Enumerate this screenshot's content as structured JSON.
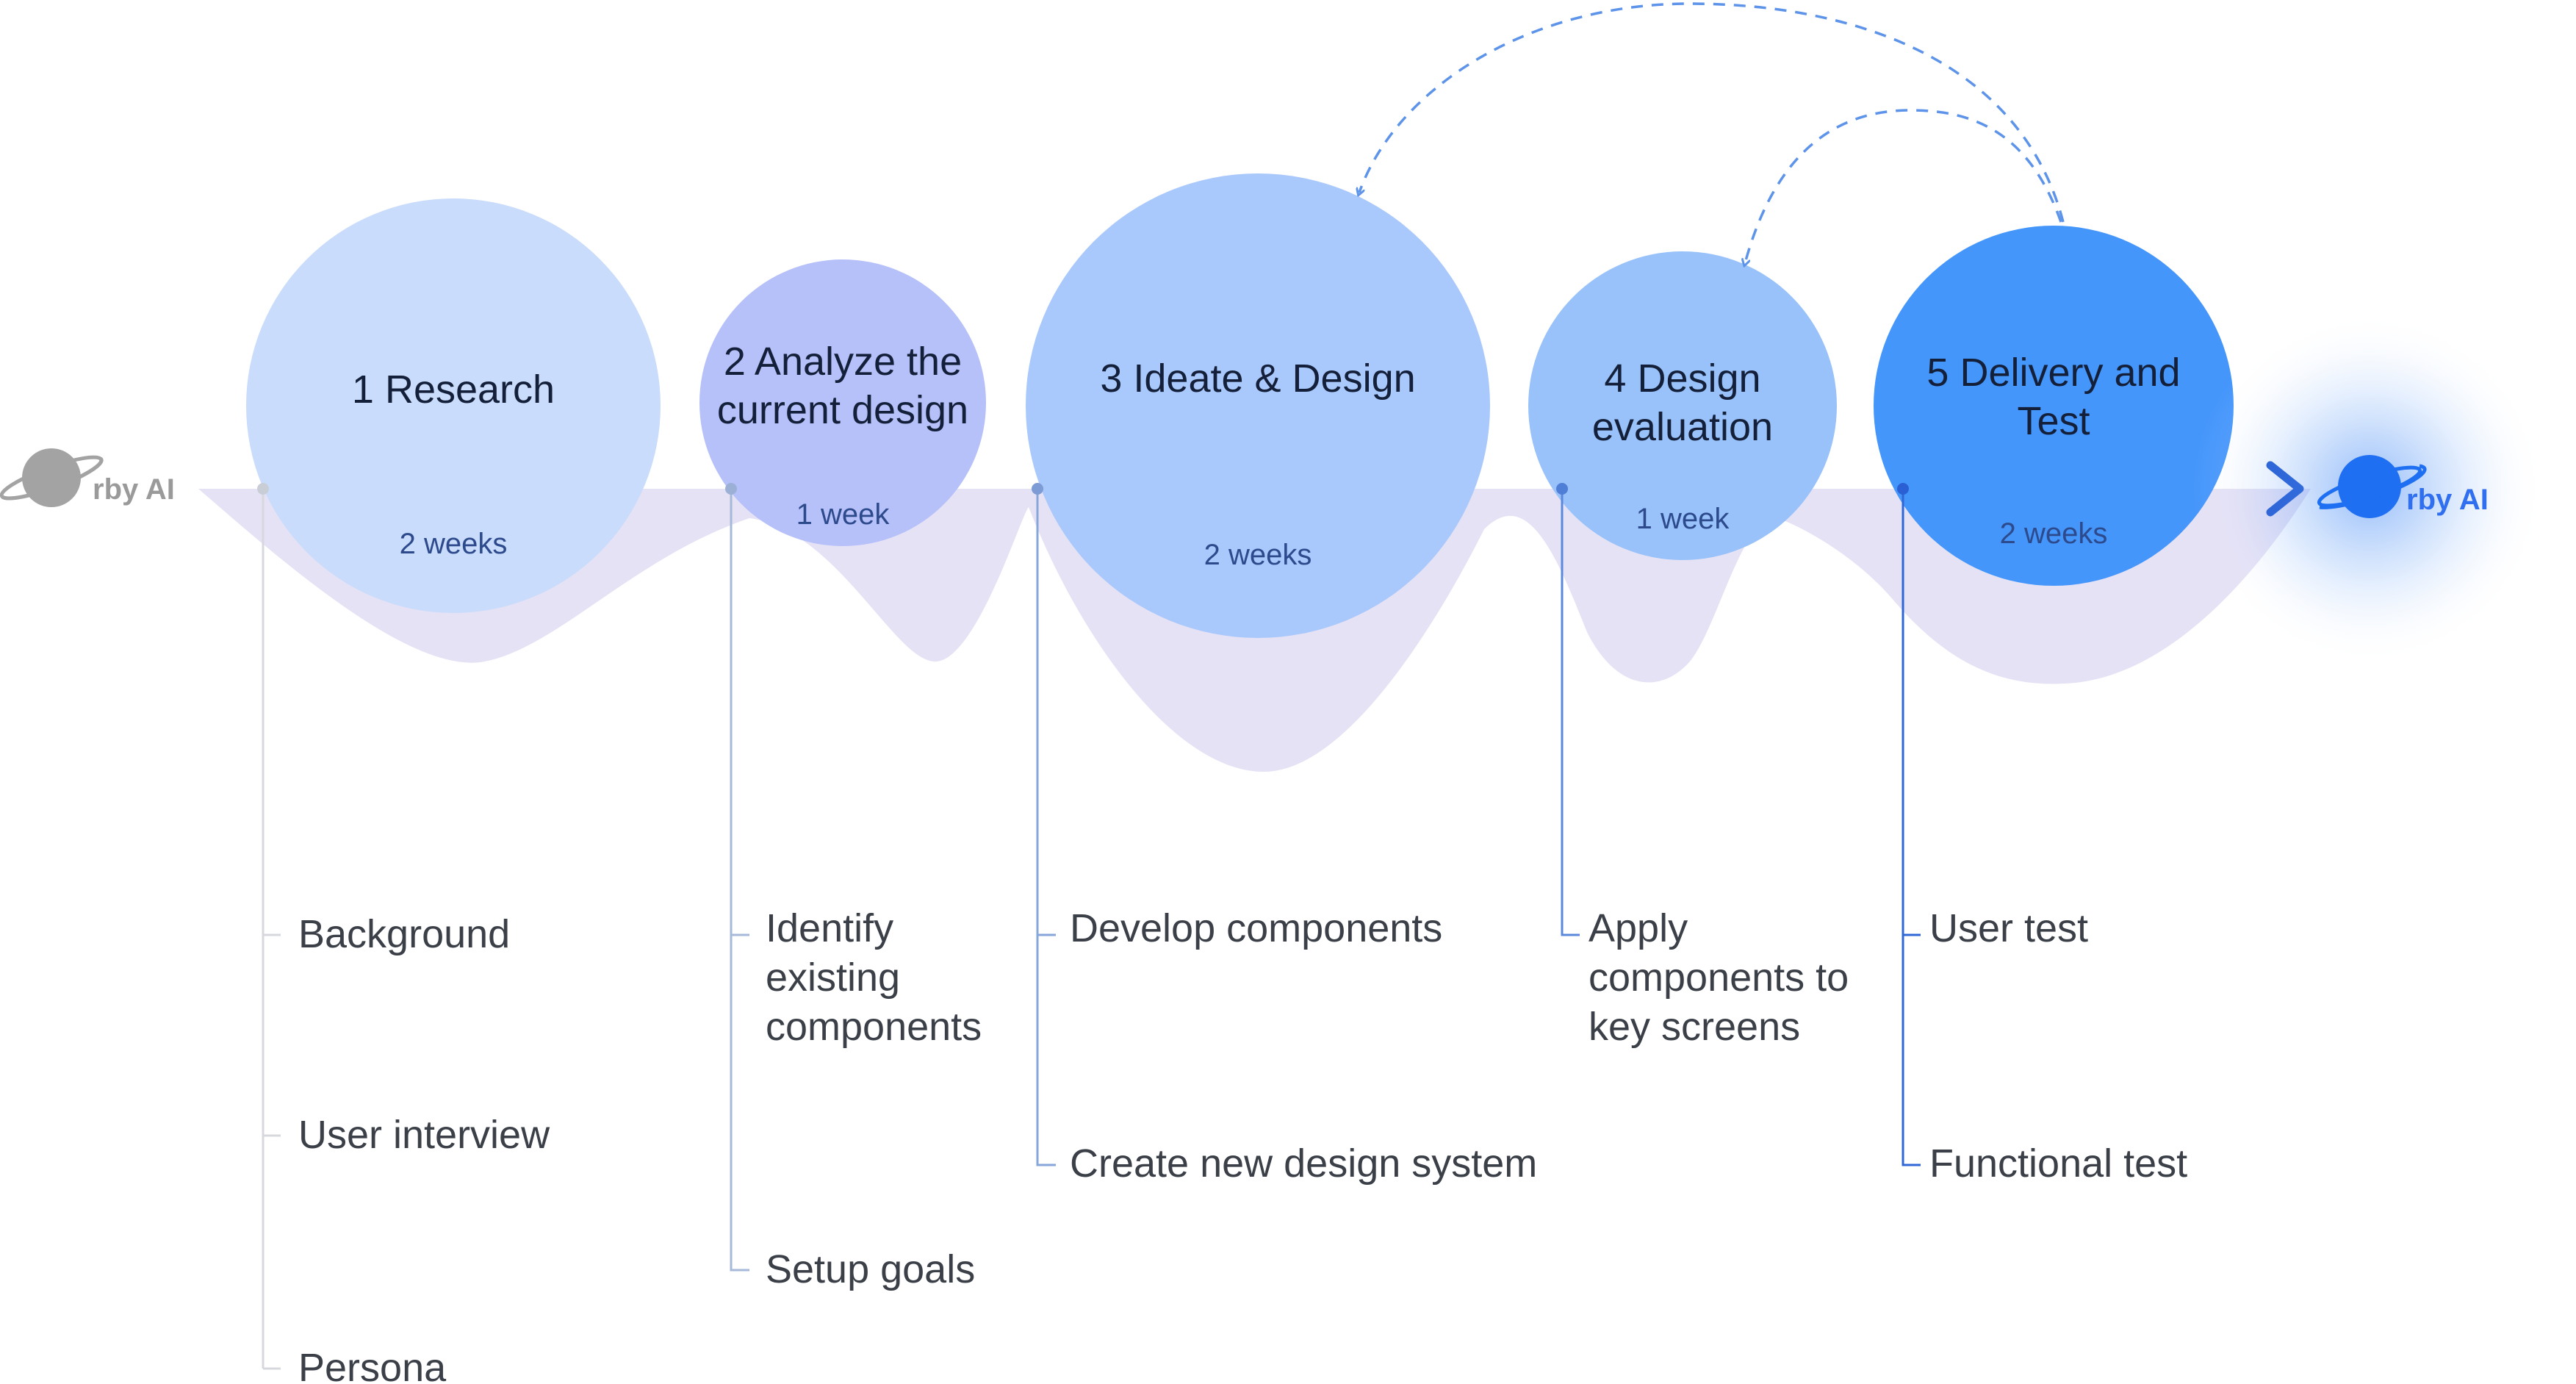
{
  "brand": {
    "start_label": "rby AI",
    "end_label": "rby AI"
  },
  "phases": [
    {
      "title": "1 Research",
      "duration": "2 weeks",
      "color": "#c9dcfb",
      "tasks": [
        "Background",
        "User interview",
        "Persona"
      ]
    },
    {
      "title": "2 Analyze the current design",
      "title_lines": [
        "2 Analyze the",
        "current design"
      ],
      "duration": "1 week",
      "color": "#b6c0f9",
      "tasks": [
        "Identify existing components",
        "Setup goals"
      ],
      "task_lines": [
        [
          "Identify",
          "existing",
          "components"
        ],
        [
          "Setup goals"
        ]
      ]
    },
    {
      "title": "3 Ideate & Design",
      "duration": "2 weeks",
      "color": "#a9c8fb",
      "tasks": [
        "Develop components",
        "Create new design system"
      ]
    },
    {
      "title": "4 Design evaluation",
      "title_lines": [
        "4 Design",
        "evaluation"
      ],
      "duration": "1 week",
      "color": "#98c2f9",
      "tasks": [
        "Apply components to key screens"
      ],
      "task_lines": [
        [
          "Apply",
          "components to",
          "key screens"
        ]
      ]
    },
    {
      "title": "5 Delivery and Test",
      "title_lines": [
        "5 Delivery and",
        "Test"
      ],
      "duration": "2 weeks",
      "color": "#4596fb",
      "tasks": [
        "User test",
        "Functional test"
      ]
    }
  ],
  "colors": {
    "wave": "#e6e2f5",
    "timeline_start": "#dfe3ea",
    "timeline_end": "#1e56d0",
    "planet_start": "#a3a3a3",
    "planet_end": "#1f6ff2",
    "loop_arrow": "#5d94ea"
  }
}
